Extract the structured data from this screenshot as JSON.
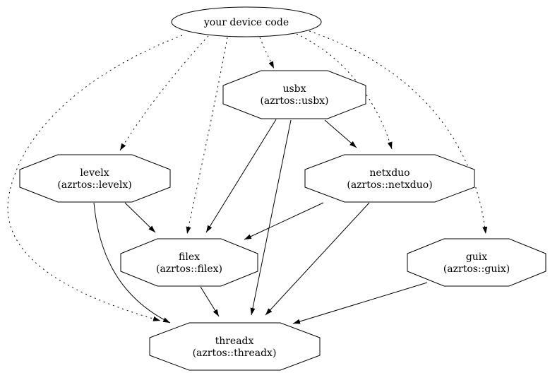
{
  "diagram": {
    "type": "dependency-graph",
    "colors": {
      "background": "#ffffff",
      "stroke": "#000000",
      "node_fill": "#ffffff",
      "text": "#000000"
    },
    "root": {
      "id": "your-device-code",
      "label": "your device code",
      "shape": "ellipse"
    },
    "nodes": [
      {
        "id": "usbx",
        "label": "usbx",
        "sublabel": "(azrtos::usbx)",
        "shape": "octagon"
      },
      {
        "id": "levelx",
        "label": "levelx",
        "sublabel": "(azrtos::levelx)",
        "shape": "octagon"
      },
      {
        "id": "netxduo",
        "label": "netxduo",
        "sublabel": "(azrtos::netxduo)",
        "shape": "octagon"
      },
      {
        "id": "filex",
        "label": "filex",
        "sublabel": "(azrtos::filex)",
        "shape": "octagon"
      },
      {
        "id": "guix",
        "label": "guix",
        "sublabel": "(azrtos::guix)",
        "shape": "octagon"
      },
      {
        "id": "threadx",
        "label": "threadx",
        "sublabel": "(azrtos::threadx)",
        "shape": "octagon"
      }
    ],
    "edges": [
      {
        "from": "your device code",
        "to": "usbx",
        "style": "dotted"
      },
      {
        "from": "your device code",
        "to": "levelx",
        "style": "dotted"
      },
      {
        "from": "your device code",
        "to": "filex",
        "style": "dotted"
      },
      {
        "from": "your device code",
        "to": "netxduo",
        "style": "dotted"
      },
      {
        "from": "your device code",
        "to": "guix",
        "style": "dotted"
      },
      {
        "from": "your device code",
        "to": "threadx",
        "style": "dotted"
      },
      {
        "from": "usbx",
        "to": "netxduo",
        "style": "solid"
      },
      {
        "from": "usbx",
        "to": "filex",
        "style": "solid"
      },
      {
        "from": "usbx",
        "to": "threadx",
        "style": "solid"
      },
      {
        "from": "levelx",
        "to": "filex",
        "style": "solid"
      },
      {
        "from": "levelx",
        "to": "threadx",
        "style": "solid"
      },
      {
        "from": "netxduo",
        "to": "filex",
        "style": "solid"
      },
      {
        "from": "netxduo",
        "to": "threadx",
        "style": "solid"
      },
      {
        "from": "filex",
        "to": "threadx",
        "style": "solid"
      },
      {
        "from": "guix",
        "to": "threadx",
        "style": "solid"
      }
    ]
  }
}
